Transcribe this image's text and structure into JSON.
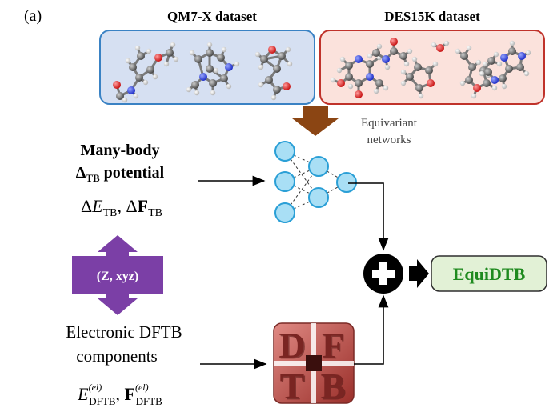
{
  "panel_label": "(a)",
  "datasets": {
    "qm7x": {
      "title": "QM7-X dataset",
      "fill": "#d6e0f2",
      "stroke": "#3a82c4"
    },
    "des15k": {
      "title": "DES15K dataset",
      "fill": "#fbe2dc",
      "stroke": "#c0322a"
    }
  },
  "network_label": {
    "line1": "Equivariant",
    "line2": "networks"
  },
  "many_body": {
    "line1": "Many-body",
    "line2_delta": "Δ",
    "line2_sub": "TB",
    "line2_rest": " potential",
    "formula": "ΔE_TB, ΔF_TB"
  },
  "electronic": {
    "line1": "Electronic DFTB",
    "line2": "components",
    "formula": "E_DFTB^(el), F_DFTB^(el)"
  },
  "zxyz_label": "(Z, xyz)",
  "result_label": "EquiDTB",
  "dftb_logo": {
    "letters": [
      "D",
      "F",
      "T",
      "B"
    ]
  },
  "colors": {
    "node_fill": "#a9dff5",
    "node_stroke": "#2a9fd6",
    "arrow_brown": "#8b4513",
    "purple": "#7b3fa6",
    "result_fill": "#e2f1d6",
    "result_stroke": "#2e2e2e",
    "result_text": "#1f8a1f",
    "dftb_red": "#b8453f"
  }
}
